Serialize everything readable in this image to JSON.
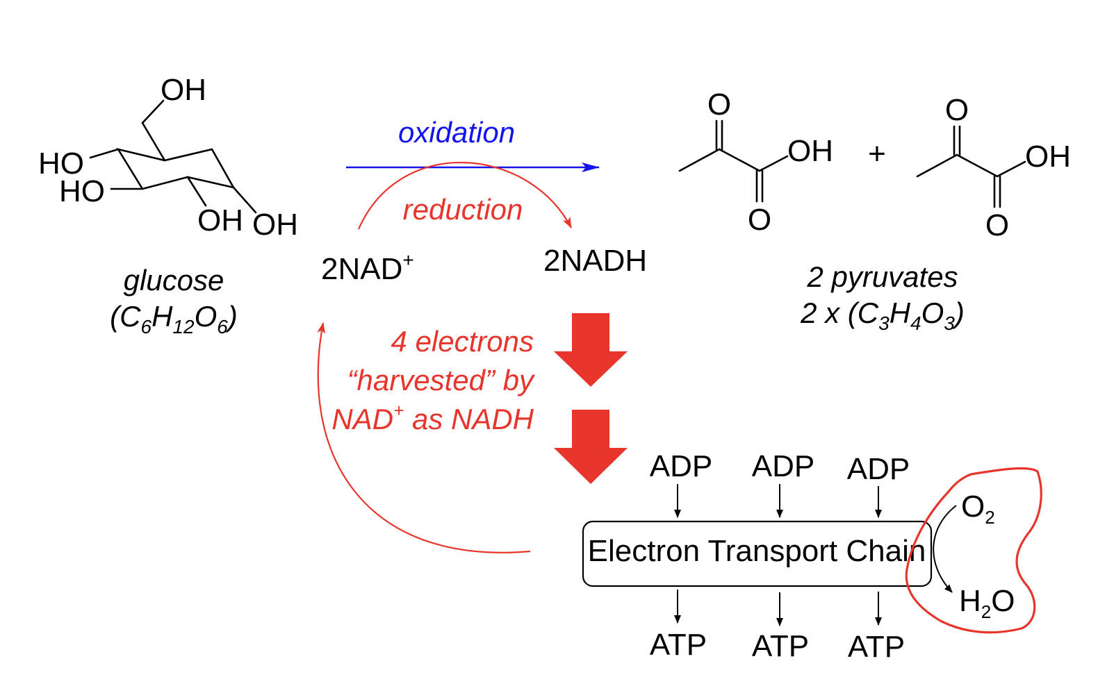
{
  "glucose": {
    "atoms": {
      "oh_top": "OH",
      "ho_1": "HO",
      "ho_2": "HO",
      "oh_b1": "OH",
      "oh_b2": "OH"
    },
    "name": "glucose",
    "formula": {
      "open": "(C",
      "s1": "6",
      "h": "H",
      "s2": "12",
      "o": "O",
      "s3": "6",
      "close": ")"
    }
  },
  "reaction": {
    "oxidation": "oxidation",
    "reduction": "reduction",
    "nad_plus": {
      "base": "2NAD",
      "sup": "+"
    },
    "nadh": "2NADH",
    "colors": {
      "oxidation": "#1414ee",
      "reduction": "#e8352b",
      "arrows": "#e8352b"
    }
  },
  "pyruvate": {
    "o_top": "O",
    "oh": "OH",
    "o_bottom": "O",
    "plus": "+",
    "name": "2 pyruvates",
    "formula": {
      "open": "2 x (C",
      "s1": "3",
      "h": "H",
      "s2": "4",
      "o": "O",
      "s3": "3",
      "close": ")"
    }
  },
  "harvest": {
    "line1": "4 electrons",
    "line2": "“harvested” by",
    "line3": {
      "a": "NAD",
      "sup": "+",
      "b": " as NADH"
    }
  },
  "etc": {
    "label": "Electron Transport Chain",
    "adp": [
      "ADP",
      "ADP",
      "ADP"
    ],
    "atp": [
      "ATP",
      "ATP",
      "ATP"
    ],
    "o2": {
      "base": "O",
      "sub": "2"
    },
    "h2o": {
      "h": "H",
      "sub": "2",
      "o": "O"
    }
  }
}
